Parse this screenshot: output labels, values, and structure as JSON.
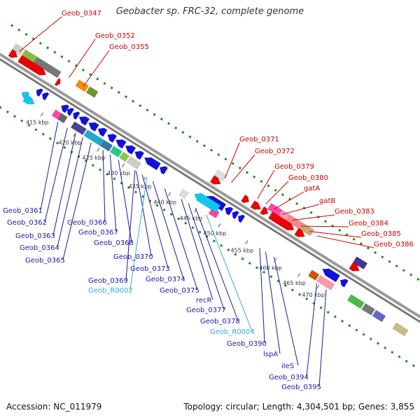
{
  "title": "Geobacter sp. FRC-32, complete genome",
  "footer": {
    "accession": "Accession: NC_011979",
    "summary": "Topology: circular; Length: 4,304,501 bp; Genes: 3,855"
  },
  "colors": {
    "forward_label": "#cc0000",
    "reverse_label": "#1a1aa6",
    "rna_label": "#33aadd",
    "backbone": "#8c8c8c",
    "dotted_track": "#1f8a1f"
  },
  "ticks": [
    "415 kbp",
    "420 kbp",
    "425 kbp",
    "430 kbp",
    "435 kbp",
    "440 kbp",
    "445 kbp",
    "450 kbp",
    "455 kbp",
    "460 kbp",
    "465 kbp",
    "470 kbp"
  ],
  "forward_labels": [
    "Geob_0347",
    "Geob_0352",
    "Geob_0355",
    "Geob_0371",
    "Geob_0372",
    "Geob_0379",
    "Geob_0380",
    "gatA",
    "gatB",
    "Geob_0383",
    "Geob_0384",
    "Geob_0385",
    "Geob_0386"
  ],
  "reverse_labels": [
    "Geob_0361",
    "Geob_0362",
    "Geob_0363",
    "Geob_0364",
    "Geob_0365",
    "Geob_0366",
    "Geob_0367",
    "Geob_0368",
    "Geob_0370",
    "Geob_0373",
    "Geob_0369",
    "Geob_R0002",
    "Geob_0374",
    "Geob_0375",
    "recR",
    "Geob_0377",
    "Geob_0378",
    "Geob_R0004",
    "Geob_0390",
    "lspA",
    "ileS",
    "Geob_0394",
    "Geob_0395"
  ]
}
